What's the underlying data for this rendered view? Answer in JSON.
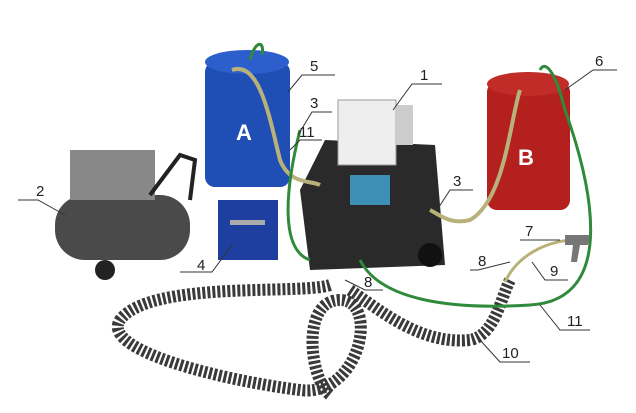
{
  "drums": {
    "a": "A",
    "b": "B"
  },
  "labels": {
    "n1": "1",
    "n2": "2",
    "n3a": "3",
    "n3b": "3",
    "n4": "4",
    "n5": "5",
    "n6": "6",
    "n7": "7",
    "n8a": "8",
    "n8b": "8",
    "n9": "9",
    "n10": "10",
    "n11a": "11",
    "n11b": "11"
  },
  "colors": {
    "drum_a": "#1f4fb5",
    "drum_b": "#b3201e",
    "hose_green": "#2f8a3c",
    "hose_tan": "#b8b27a",
    "heated_hose": "#3a3a3a"
  }
}
